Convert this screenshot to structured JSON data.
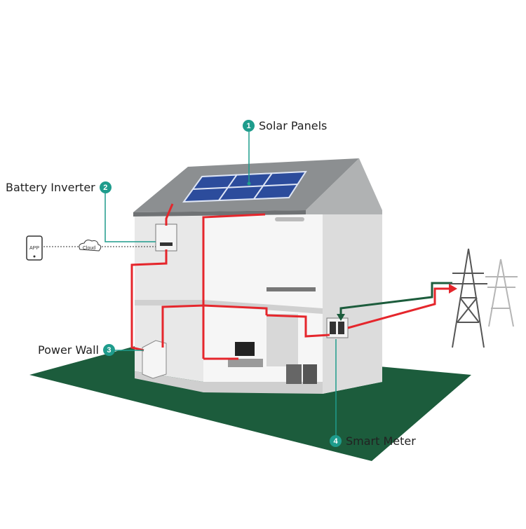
{
  "callouts": [
    {
      "number": "1",
      "label": "Solar Panels"
    },
    {
      "number": "2",
      "label": "Battery Inverter"
    },
    {
      "number": "3",
      "label": "Power Wall"
    },
    {
      "number": "4",
      "label": "Smart Meter"
    }
  ],
  "app_label": "APP",
  "cloud_label": "Cloud",
  "colors": {
    "ground": "#1c5c3c",
    "power_line": "#e5262c",
    "grid_line": "#1c5c3c",
    "accent": "#1e9c8c",
    "roof": "#8c8f91",
    "wall": "#f1f1f1",
    "panel": "#2c4c9c"
  }
}
